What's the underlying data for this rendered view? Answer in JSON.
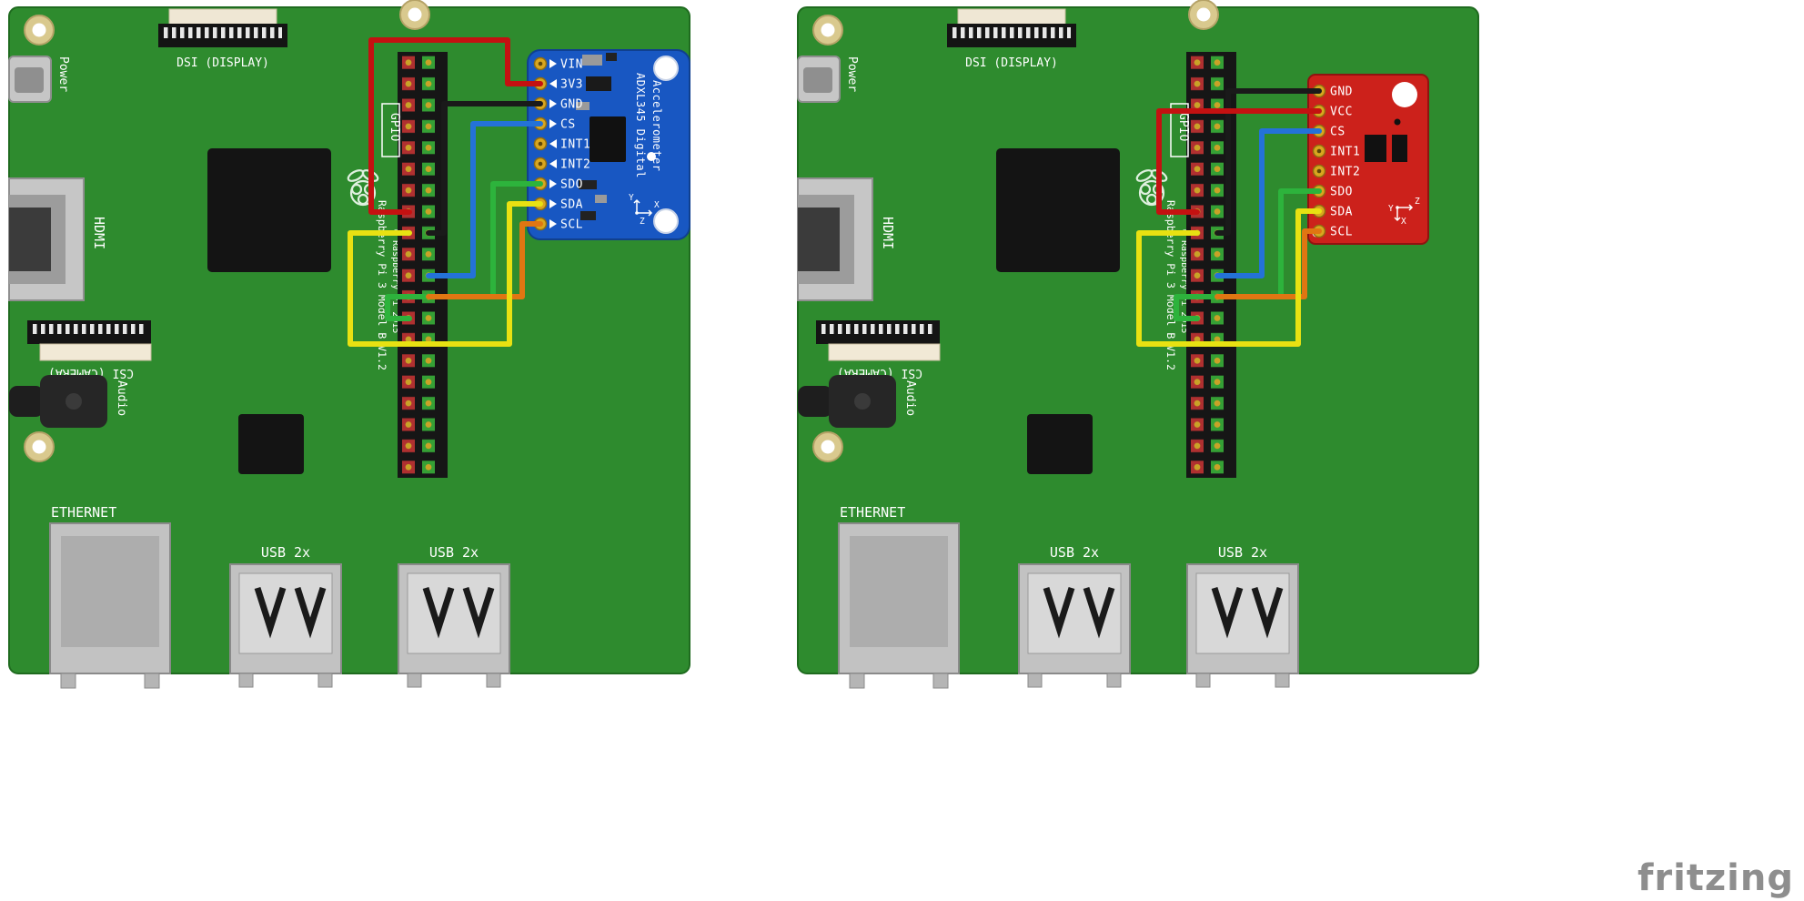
{
  "watermark": "fritzing",
  "colors": {
    "pcb": "#2E8B2E",
    "module_blue": "#1857C2",
    "module_red": "#CC211B",
    "wire_red": "#C41111",
    "wire_black": "#1A1A1A",
    "wire_blue": "#2472D8",
    "wire_green": "#2DB33C",
    "wire_yellow": "#E8E112",
    "wire_orange": "#E07612"
  },
  "pi_board": {
    "labels": {
      "power": "Power",
      "dsi": "DSI (DISPLAY)",
      "hdmi": "HDMI",
      "csi": "CSI (CAMERA)",
      "audio": "Audio",
      "ethernet": "ETHERNET",
      "usb_left": "USB 2x",
      "usb_right": "USB 2x",
      "gpio": "GPIO",
      "model": "Raspberry Pi 3 Model B V1.2",
      "copyright": "© Raspberry Pi 2015"
    }
  },
  "left_module": {
    "title_line1": "ADXL345 Digital",
    "title_line2": "Accelerometer",
    "pins": [
      "VIN",
      "3V3",
      "GND",
      "CS",
      "INT1",
      "INT2",
      "SDO",
      "SDA",
      "SCL"
    ],
    "axis": {
      "x": "X",
      "y": "Y",
      "z": "Z"
    }
  },
  "right_module": {
    "pins": [
      "GND",
      "VCC",
      "CS",
      "INT1",
      "INT2",
      "SDO",
      "SDA",
      "SCL"
    ],
    "axis": {
      "x": "X",
      "y": "Y",
      "z": "Z"
    }
  },
  "left_wires": [
    {
      "color": "red",
      "module_pin": "3V3"
    },
    {
      "color": "black",
      "module_pin": "GND"
    },
    {
      "color": "blue",
      "module_pin": "CS"
    },
    {
      "color": "green",
      "module_pin": "SDO"
    },
    {
      "color": "yellow",
      "module_pin": "SDA"
    },
    {
      "color": "orange",
      "module_pin": "SCL"
    }
  ],
  "right_wires": [
    {
      "color": "black",
      "module_pin": "GND"
    },
    {
      "color": "red",
      "module_pin": "VCC"
    },
    {
      "color": "blue",
      "module_pin": "CS"
    },
    {
      "color": "green",
      "module_pin": "SDO"
    },
    {
      "color": "yellow",
      "module_pin": "SDA"
    },
    {
      "color": "orange",
      "module_pin": "SCL"
    }
  ]
}
